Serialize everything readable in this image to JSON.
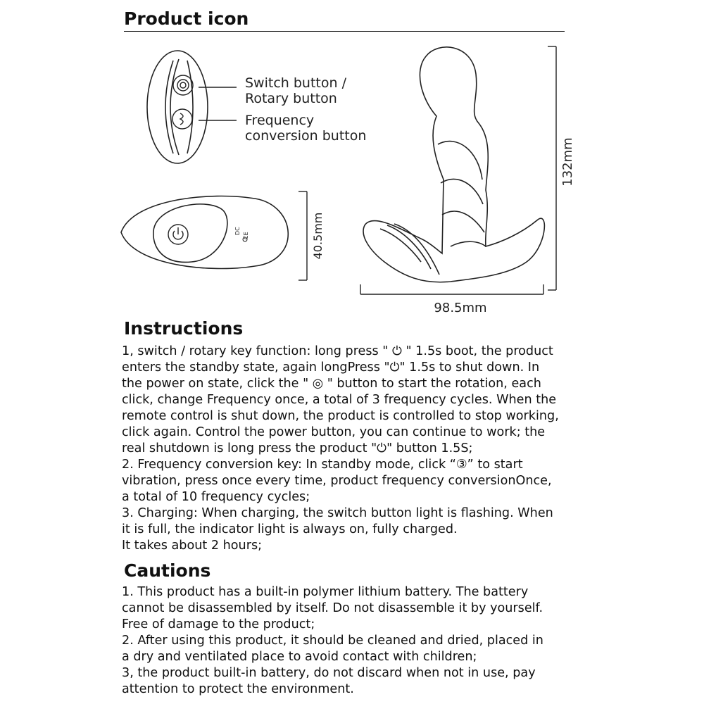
{
  "product_icon": {
    "title": "Product icon",
    "remote_labels": {
      "switch_line1": "Switch button /",
      "switch_line2": "Rotary button",
      "freq_line1": "Frequency",
      "freq_line2": "conversion button"
    },
    "dimensions": {
      "remote_height": "40.5mm",
      "device_height": "132mm",
      "device_width": "98.5mm"
    }
  },
  "instructions": {
    "title": "Instructions",
    "lines": [
      "1, switch / rotary key function: long press \" ⏻ \" 1.5s boot, the product",
      "enters the standby state, again longPress \"⏻\" 1.5s to shut down. In",
      "the power on state, click the \" ◎ \" button to start the rotation, each",
      "click, change  Frequency once, a total of 3 frequency cycles. When the",
      "remote control is shut down, the product is controlled to stop working,",
      "click again. Control the power button, you can continue to work; the",
      "real shutdown is long press the product \"⏻\" button 1.5S;",
      "2. Frequency conversion key: In standby mode, click “③”  to start",
      "vibration, press once every time, product frequency conversionOnce,",
      "a total of 10 frequency cycles;",
      "3. Charging: When charging, the switch button light is flashing. When",
      "it is full, the indicator light is always on, fully charged.",
      "It takes about 2 hours;"
    ]
  },
  "cautions": {
    "title": "Cautions",
    "lines": [
      "1. This product has a built-in polymer lithium battery. The battery",
      "cannot be disassembled by itself. Do not disassemble it by yourself.",
      "Free of damage to the product;",
      "2. After using this product, it should be cleaned and dried, placed in",
      "a dry and ventilated place to avoid contact with children;",
      "3, the product built-in battery, do not discard when not in use, pay",
      "attention to protect the environment."
    ]
  }
}
